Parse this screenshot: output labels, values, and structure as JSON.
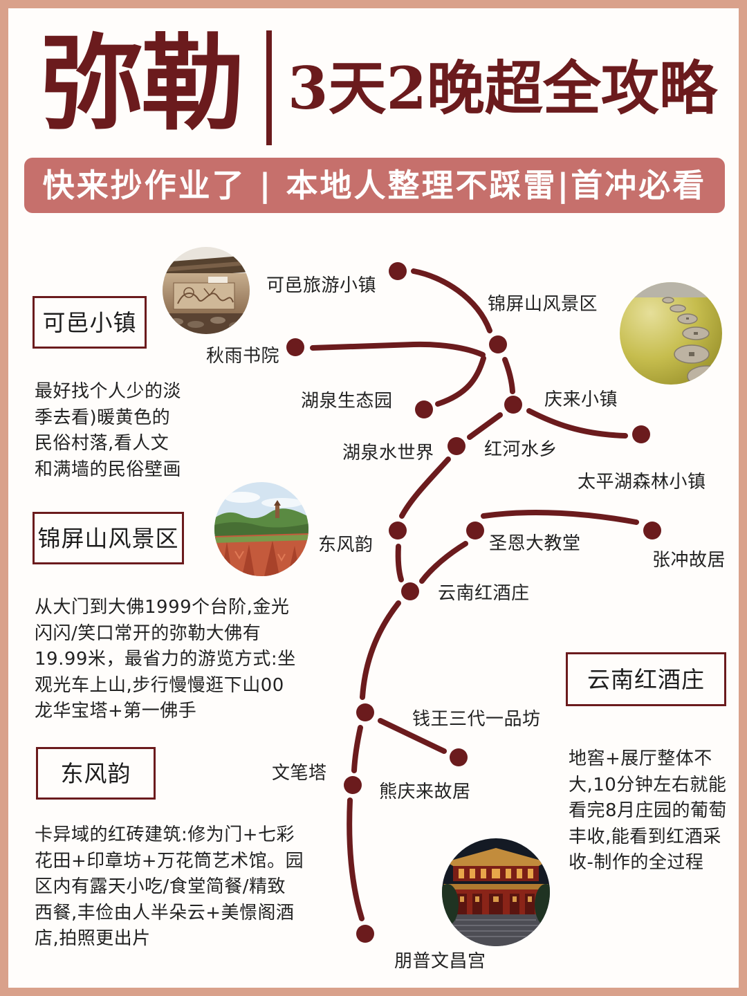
{
  "theme": {
    "frame": "#d9a18b",
    "page": "#fffdfb",
    "maroon": "#6b1b1d",
    "banner": "#c6706c",
    "text": "#222222"
  },
  "title": {
    "city": "弥勒",
    "subtitle": "3天2晚超全攻略"
  },
  "banner": {
    "text": "快来抄作业了 | 本地人整理不踩雷|首冲必看"
  },
  "sections": [
    {
      "heading": "可邑小镇",
      "lines": [
        "最好找个人少的淡",
        "季去看)暖黄色的",
        "民俗村落,看人文",
        "和满墙的民俗壁画"
      ]
    },
    {
      "heading": "锦屏山风景区",
      "lines": [
        "从大门到大佛1999个台阶,金光",
        "闪闪/笑口常开的弥勒大佛有",
        "19.99米，最省力的游览方式:坐",
        "观光车上山,步行慢慢逛下山00",
        "龙华宝塔+第一佛手"
      ]
    },
    {
      "heading": "东风韵",
      "lines": [
        "卡异域的红砖建筑:修为门+七彩",
        "花田+印章坊+万花筒艺术馆。园",
        "区内有露天小吃/食堂简餐/精致",
        "西餐,丰俭由人半朵云+美憬阁酒",
        "店,拍照更出片"
      ]
    },
    {
      "heading": "云南红酒庄",
      "lines": [
        "地窖+展厅整体不",
        "大,10分钟左右就能",
        "看完8月庄园的葡萄",
        "丰收,能看到红酒采",
        "收-制作的全过程"
      ]
    }
  ],
  "route": {
    "stops": [
      {
        "name": "可邑旅游小镇"
      },
      {
        "name": "锦屏山风景区"
      },
      {
        "name": "秋雨书院"
      },
      {
        "name": "湖泉生态园"
      },
      {
        "name": "庆来小镇"
      },
      {
        "name": "太平湖森林小镇"
      },
      {
        "name": "湖泉水世界"
      },
      {
        "name": "红河水乡"
      },
      {
        "name": "东风韵"
      },
      {
        "name": "圣恩大教堂"
      },
      {
        "name": "张冲故居"
      },
      {
        "name": "云南红酒庄"
      },
      {
        "name": "钱王三代一品坊"
      },
      {
        "name": "熊庆来故居"
      },
      {
        "name": "文笔塔"
      },
      {
        "name": "朋普文昌宫"
      }
    ]
  }
}
